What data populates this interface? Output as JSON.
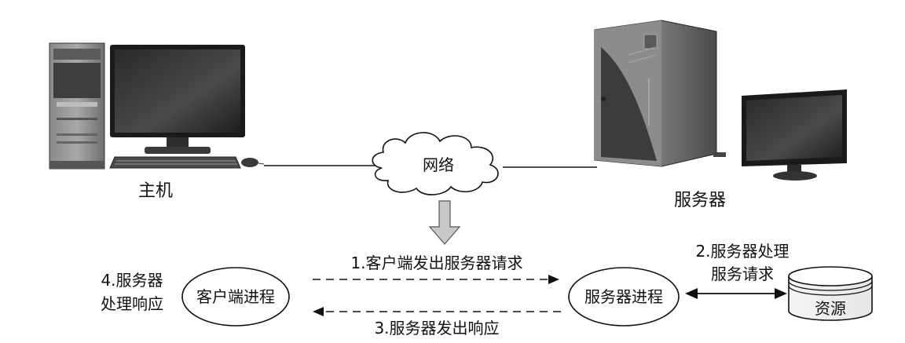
{
  "host": {
    "label": "主机"
  },
  "server": {
    "label": "服务器"
  },
  "network": {
    "label": "网络"
  },
  "processes": {
    "client": "客户端进程",
    "server": "服务器进程",
    "resource": "资源"
  },
  "steps": {
    "request": "1.客户端发出服务器请求",
    "process_line1": "2.服务器处理",
    "process_line2": "服务请求",
    "response": "3.服务器发出响应",
    "handle_line1": "4.服务器",
    "handle_line2": "处理响应"
  },
  "colors": {
    "line": "#111111",
    "arrow_fill": "#c8c8c8",
    "device_dark": "#3a3a3a"
  }
}
